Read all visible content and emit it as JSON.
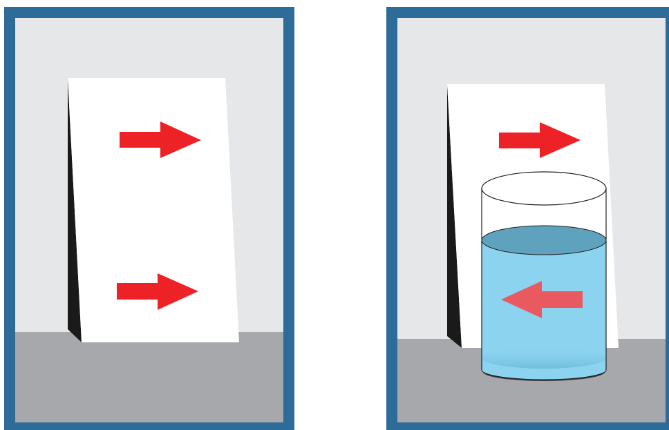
{
  "figure": {
    "panels": [
      {
        "id": "dry-card",
        "card_arrows": [
          "right",
          "right"
        ],
        "has_glass": false
      },
      {
        "id": "card-behind-water-glass",
        "card_arrows": [
          "right"
        ],
        "arrow_seen_through_water": "left",
        "has_glass": true
      }
    ]
  },
  "colors": {
    "frame_border": "#2d6c99",
    "wall": "#e6e7e9",
    "table": "#a7a8ac",
    "card": "#ffffff",
    "card_shadow": "#1a1a1a",
    "arrow": "#ec2227",
    "arrow_through_water": "#e85a5f",
    "water": "#8bd3ef",
    "water_surface": "#5ea2bd",
    "glass_outline": "#231f20"
  }
}
